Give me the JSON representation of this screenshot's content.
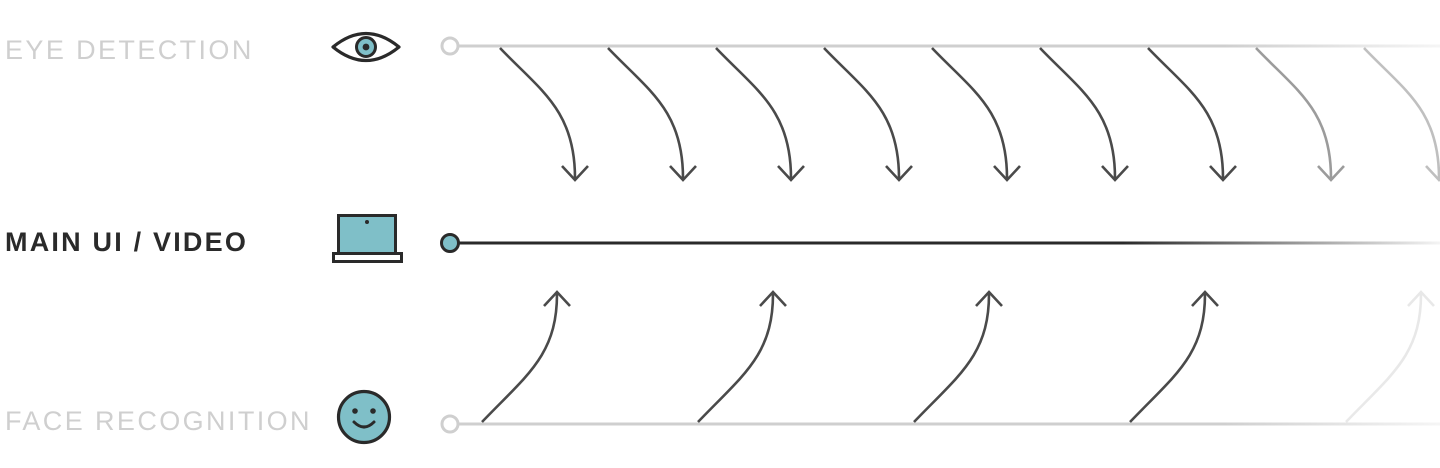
{
  "lanes": {
    "eye": {
      "label": "EYE DETECTION",
      "icon": "eye-icon"
    },
    "main": {
      "label": "MAIN UI / VIDEO",
      "icon": "laptop-icon"
    },
    "face": {
      "label": "FACE RECOGNITION",
      "icon": "smiley-face-icon"
    }
  },
  "colors": {
    "accent": "#7fbfc8",
    "dark": "#2a2a2a",
    "muted": "#cfcfcf",
    "arrow": "#4a4a4a"
  },
  "flows": {
    "eye_to_main_count": 9,
    "face_to_main_count": 5
  }
}
